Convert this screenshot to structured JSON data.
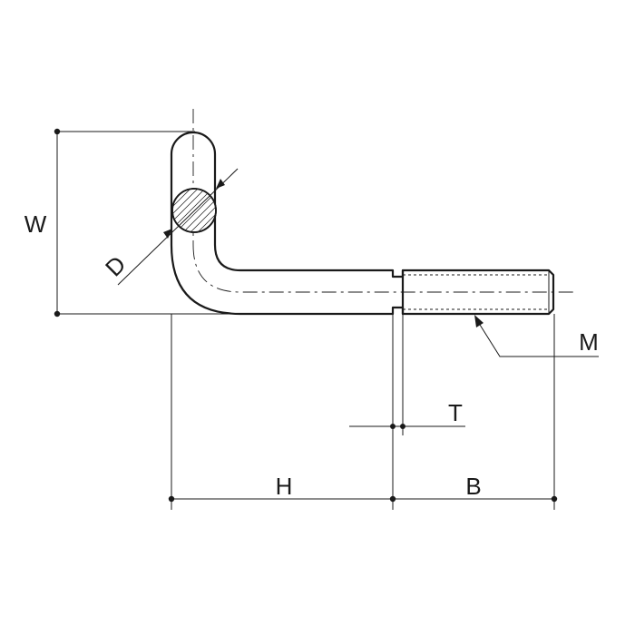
{
  "labels": {
    "width": "W",
    "diameter": "D",
    "height": "H",
    "thread_length": "B",
    "thread_size": "M",
    "groove_width": "T"
  }
}
